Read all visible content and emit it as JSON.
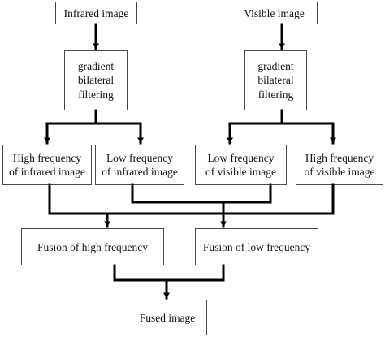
{
  "diagram": {
    "nodes": {
      "infrared_image": "Infrared image",
      "visible_image": "Visible image",
      "filter_infrared": "gradient\nbilateral\nfiltering",
      "filter_visible": "gradient\nbilateral\nfiltering",
      "high_freq_infrared": "High frequency\nof infrared image",
      "low_freq_infrared": "Low frequency\nof infrared image",
      "low_freq_visible": "Low frequency\nof visible image",
      "high_freq_visible": "High frequency\nof visible image",
      "fusion_high": "Fusion of high frequency",
      "fusion_low": "Fusion of low frequency",
      "fused_image": "Fused image"
    },
    "colors": {
      "line": "#000000",
      "border": "#4a4a4a",
      "text": "#111111"
    }
  }
}
